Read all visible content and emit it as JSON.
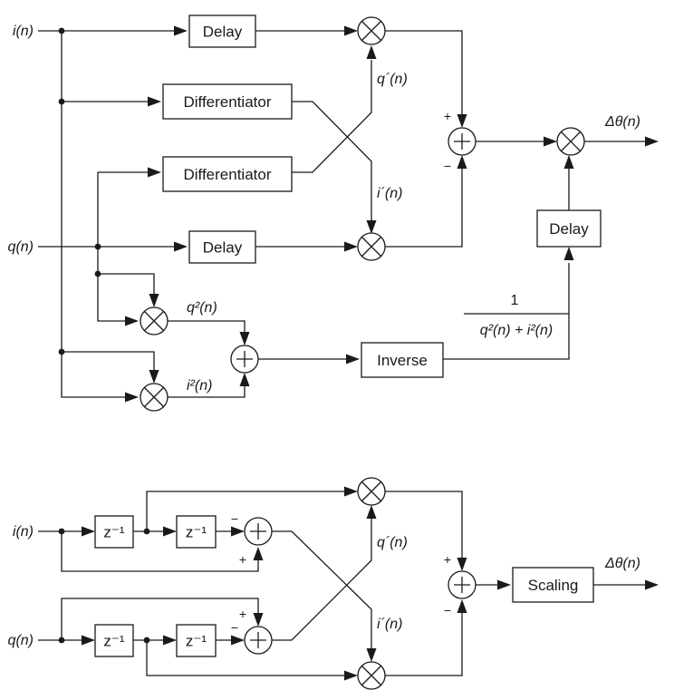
{
  "top": {
    "inputs": {
      "i": "i(n)",
      "q": "q(n)"
    },
    "blocks": {
      "delay_i": "Delay",
      "diff_1": "Differentiator",
      "diff_2": "Differentiator",
      "delay_q": "Delay",
      "delay_out": "Delay",
      "inverse": "Inverse"
    },
    "signals": {
      "q_prime": "q´(n)",
      "i_prime": "i´(n)",
      "q_sq": "q²(n)",
      "i_sq": "i²(n)",
      "output": "Δθ(n)",
      "inv_num": "1",
      "inv_den": "q²(n) + i²(n)"
    },
    "signs": {
      "plus": "+",
      "minus": "−"
    }
  },
  "bottom": {
    "inputs": {
      "i": "i(n)",
      "q": "q(n)"
    },
    "blocks": {
      "z1_i": "z⁻¹",
      "z2_i": "z⁻¹",
      "z1_q": "z⁻¹",
      "z2_q": "z⁻¹",
      "scaling": "Scaling"
    },
    "signals": {
      "q_prime": "q´(n)",
      "i_prime": "i´(n)",
      "output": "Δθ(n)"
    },
    "signs": {
      "plus": "+",
      "minus": "−"
    }
  }
}
